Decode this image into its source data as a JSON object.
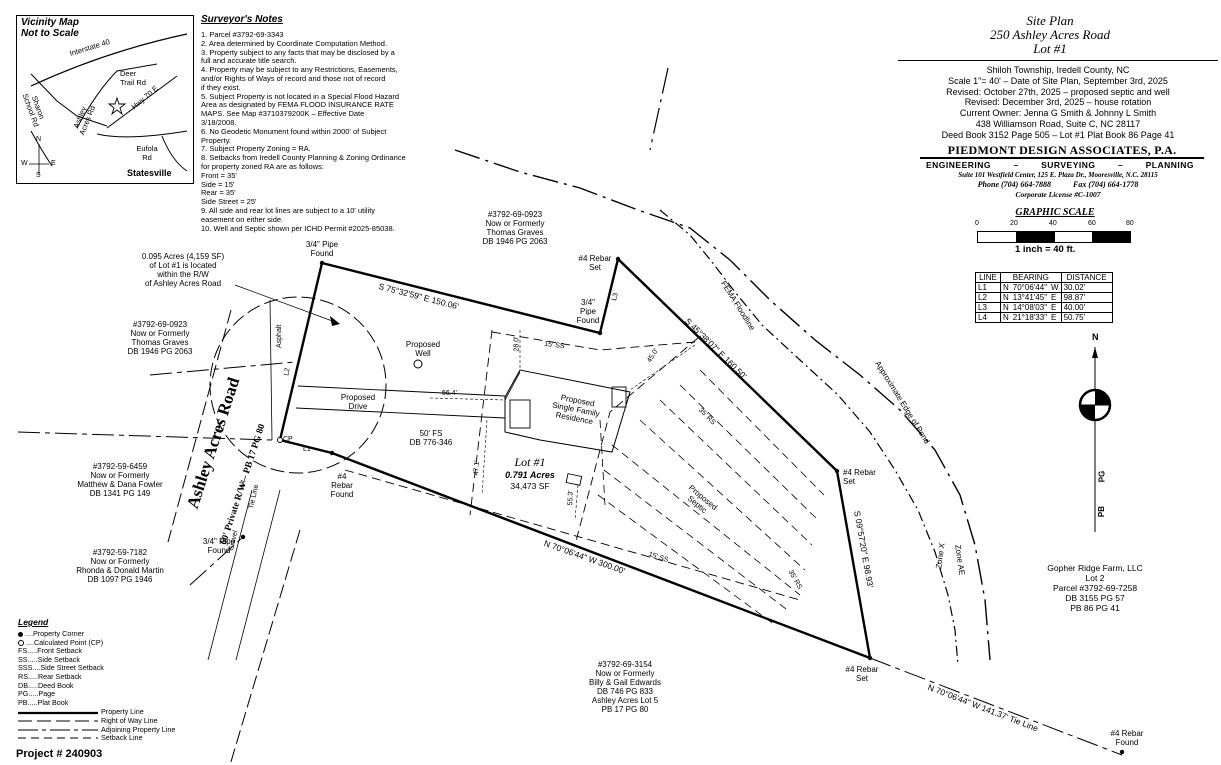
{
  "vicinity_map": {
    "title": "Vicinity Map",
    "subtitle": "Not to Scale",
    "roads": [
      "Interstate 40",
      "Deer Trail Rd",
      "Hwy 70 E",
      "Ashley Acres Rd",
      "Sharon School Rd",
      "Eufola Rd"
    ],
    "city": "Statesville",
    "compass": {
      "n": "N",
      "s": "S",
      "w": "W",
      "e": "E"
    }
  },
  "surveyor_notes": {
    "title": "Surveyor's Notes",
    "items": [
      "1.  Parcel #3792-69-3343",
      "2.  Area determined by Coordinate Computation Method.",
      "3.  Property subject to any facts that may be disclosed by a",
      "     full and accurate title search.",
      "4.  Property may be subject to any Restrictions, Easements,",
      "     and/or Rights of Ways of record and those not of record",
      "     if they exist.",
      "5.  Subject Property is not located in a Special Flood Hazard",
      "     Area as designated by FEMA FLOOD INSURANCE RATE",
      "     MAPS. See Map #3710379200K – Effective Date",
      "     3/18/2008.",
      "6.  No Geodetic Monument found within 2000' of Subject",
      "     Property.",
      "7.  Subject Property Zoning = RA.",
      "8.  Setbacks from Iredell County Planning & Zoning Ordinance",
      "     for property zoned RA are as follows:",
      "     Front = 35'",
      "     Side = 15'",
      "     Rear = 35'",
      "     Side Street = 25'",
      "9.  All side and rear lot lines are subject to a 10' utility",
      "     easement on either side.",
      "10. Well and Septic shown per ICHD Permit #2025-85038."
    ]
  },
  "title_block": {
    "title_lines": [
      "Site Plan",
      "250 Ashley Acres Road",
      "Lot #1"
    ],
    "info_lines": [
      "Shiloh Township, Iredell County, NC",
      "Scale  1\"= 40'  –  Date of Site Plan, September 3rd, 2025",
      "Revised: October 27th, 2025 – proposed septic and well",
      "Revised: December 3rd, 2025 – house rotation",
      "Current Owner: Jenna G Smith & Johnny L Smith",
      "438 Williamson Road, Suite C, NC 28117",
      "Deed Book 3152 Page 505 – Lot #1 Plat Book 86 Page 41"
    ],
    "firm": "PIEDMONT DESIGN ASSOCIATES, P.A.",
    "services": [
      "ENGINEERING",
      "–",
      "SURVEYING",
      "–",
      "PLANNING"
    ],
    "address": "Suite 101 Westfield Center, 125 E. Plaza Dr., Mooresville, N.C. 28115",
    "phone": "Phone  (704)  664-7888",
    "fax": "Fax  (704)  664-1778",
    "license": "Corporate License #C-1007"
  },
  "graphic_scale": {
    "title": "GRAPHIC SCALE",
    "ticks": [
      "0",
      "20",
      "40",
      "60",
      "80"
    ],
    "caption": "1 inch =  40  ft."
  },
  "line_table": {
    "headers": [
      "LINE",
      "BEARING",
      "DISTANCE"
    ],
    "rows": [
      [
        "L1",
        "N",
        "70°06'44\"",
        "W",
        "30.02'"
      ],
      [
        "L2",
        "N",
        "13°41'45\"",
        "E",
        "98.87'"
      ],
      [
        "L3",
        "N",
        "14°08'03\"",
        "E",
        "40.00'"
      ],
      [
        "L4",
        "N",
        "21°18'33\"",
        "E",
        "50.75'"
      ]
    ]
  },
  "north_arrow": {
    "n": "N",
    "pg": "PG",
    "pb": "PB"
  },
  "plan_labels": {
    "acres_note": [
      "0.095 Acres (4,159 SF)",
      "of Lot #1 is located",
      "within the R/W",
      "of Ashley Acres Road"
    ],
    "pipe_found_top": [
      "3/4\" Pipe",
      "Found"
    ],
    "rebar_set_top": [
      "#4 Rebar",
      "Set"
    ],
    "pipe_found_mid": [
      "3/4\"",
      "Pipe",
      "Found"
    ],
    "bearing_top": "S  75°32'59\"  E    150.06'",
    "bearing_right": "S  45°38'07\"  E    160.50'",
    "bearing_lower_right": "S  09°57'20\"  E    98.93'",
    "bearing_bottom": "N  70°06'44\"  W    300.00'",
    "bearing_tie": "N  70°06'44\"  W    141.37'  Tie Line",
    "adj_top": [
      "#3792-69-0923",
      "Now or Formerly",
      "Thomas Graves",
      "DB 1946 PG 2063"
    ],
    "adj_left_top": [
      "#3792-69-0923",
      "Now or Formerly",
      "Thomas Graves",
      "DB 1946 PG 2063"
    ],
    "adj_left_mid": [
      "#3792-59-6459",
      "Now or Formerly",
      "Matthew & Dana Fowler",
      "DB 1341 PG 149"
    ],
    "adj_left_bot": [
      "#3792-59-7182",
      "Now or Formerly",
      "Rhonda & Donald Martin",
      "DB 1097 PG 1946"
    ],
    "adj_bottom": [
      "#3792-69-3154",
      "Now or Formerly",
      "Billy & Gail Edwards",
      "DB 746 PG 833",
      "Ashley Acres Lot 5",
      "PB 17 PG 80"
    ],
    "adj_right": [
      "Gopher Ridge Farm, LLC",
      "Lot 2",
      "Parcel #3792-69-7258",
      "DB 3155 PG 57",
      "PB 86 PG 41"
    ],
    "road_name": "Ashley Acres Road",
    "road_sub": "60' Private R/W – PB 17 PG 80",
    "asphalt": "Asphalt",
    "gravel": "Gravel",
    "tie_line": "Tie Line",
    "l_labels": [
      "L1",
      "L2",
      "L3",
      "L4"
    ],
    "cp": "CP",
    "proposed_well": [
      "Proposed",
      "Well"
    ],
    "proposed_drive": [
      "Proposed",
      "Drive"
    ],
    "residence": [
      "Proposed",
      "Single Family",
      "Residence"
    ],
    "proposed_septic": [
      "Proposed",
      "Septic"
    ],
    "lot_title": "Lot #1",
    "lot_acres": "0.791 Acres",
    "lot_sf": "34,473 SF",
    "fs_label": [
      "50' FS",
      "DB 776-346"
    ],
    "dims": [
      "56.4'",
      "28.0'",
      "45.0'",
      "47.1'",
      "55.3'"
    ],
    "setbacks": [
      "15' SS",
      "35' RS",
      "15' SS",
      "35' RS"
    ],
    "fema": "FEMA Floodline",
    "pond": "Approximate Edge of Pond",
    "zone_x": "Zone X",
    "zone_ae": "Zone AE",
    "rebar_found": [
      "#4",
      "Rebar",
      "Found"
    ],
    "rebar_set_right": [
      "#4 Rebar",
      "Set"
    ],
    "rebar_set_bottom": [
      "#4 Rebar",
      "Set"
    ],
    "pipe_found_left": [
      "3/4\" Pipe",
      "Found"
    ],
    "rebar_found_tie": [
      "#4 Rebar",
      "Found"
    ]
  },
  "legend": {
    "title": "Legend",
    "items": [
      "....Property Corner",
      "....Calculated Point (CP)",
      "FS.....Front Setback",
      "SS.....Side Setback",
      "SSS....Side Street Setback",
      "RS.....Rear Setback",
      "DB.....Deed Book",
      "PG.....Page",
      "PB.....Plat Book"
    ],
    "lines": [
      "Property Line",
      "Right of Way Line",
      "Adjoining Property Line",
      "Setback Line"
    ]
  },
  "project": "Project # 240903"
}
